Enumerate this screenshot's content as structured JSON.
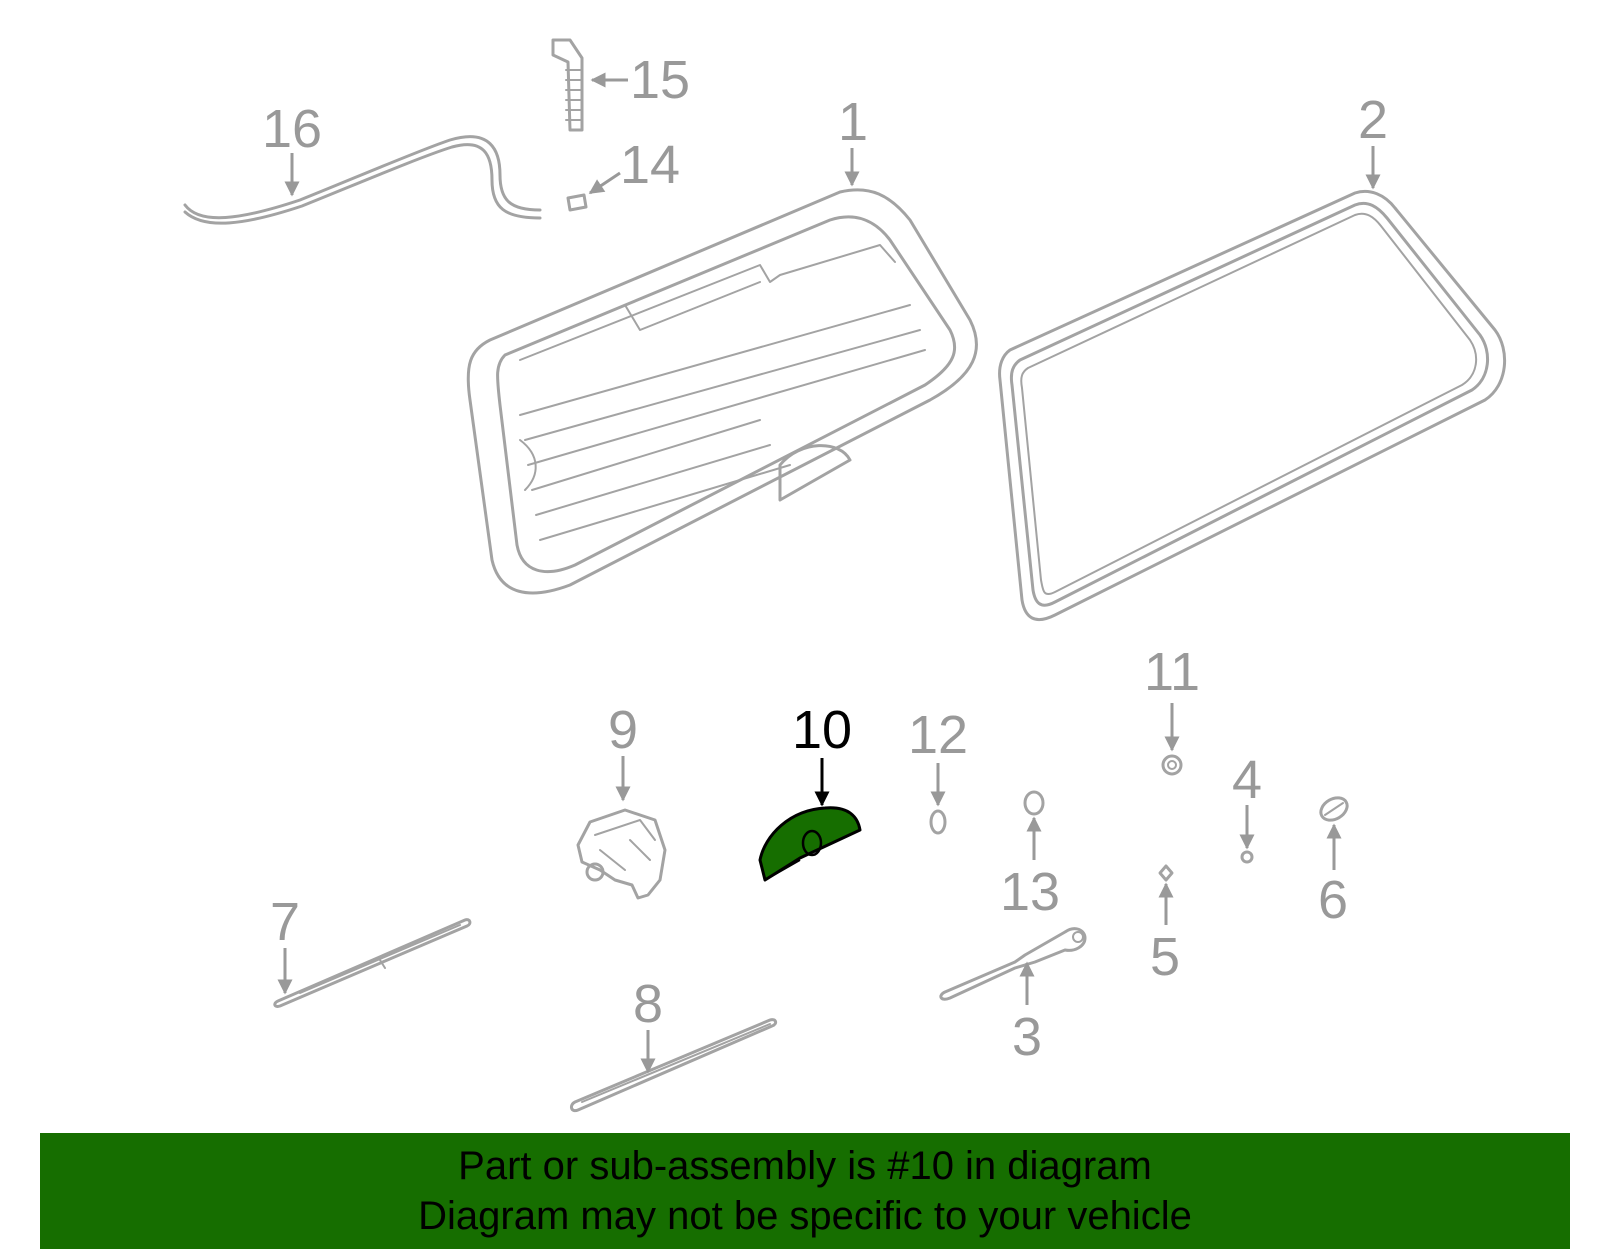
{
  "callouts": {
    "c1": "1",
    "c2": "2",
    "c3": "3",
    "c4": "4",
    "c5": "5",
    "c6": "6",
    "c7": "7",
    "c8": "8",
    "c9": "9",
    "c10": "10",
    "c11": "11",
    "c12": "12",
    "c13": "13",
    "c14": "14",
    "c15": "15",
    "c16": "16"
  },
  "highlighted_part": "10",
  "colors": {
    "highlight_fill": "#166e00",
    "part_gray": "#a3a3a3",
    "label_gray": "#999999",
    "banner_bg": "#166e00"
  },
  "banner": {
    "line1": "Part or sub-assembly is #10 in diagram",
    "line2": "Diagram may not be specific to your vehicle"
  }
}
